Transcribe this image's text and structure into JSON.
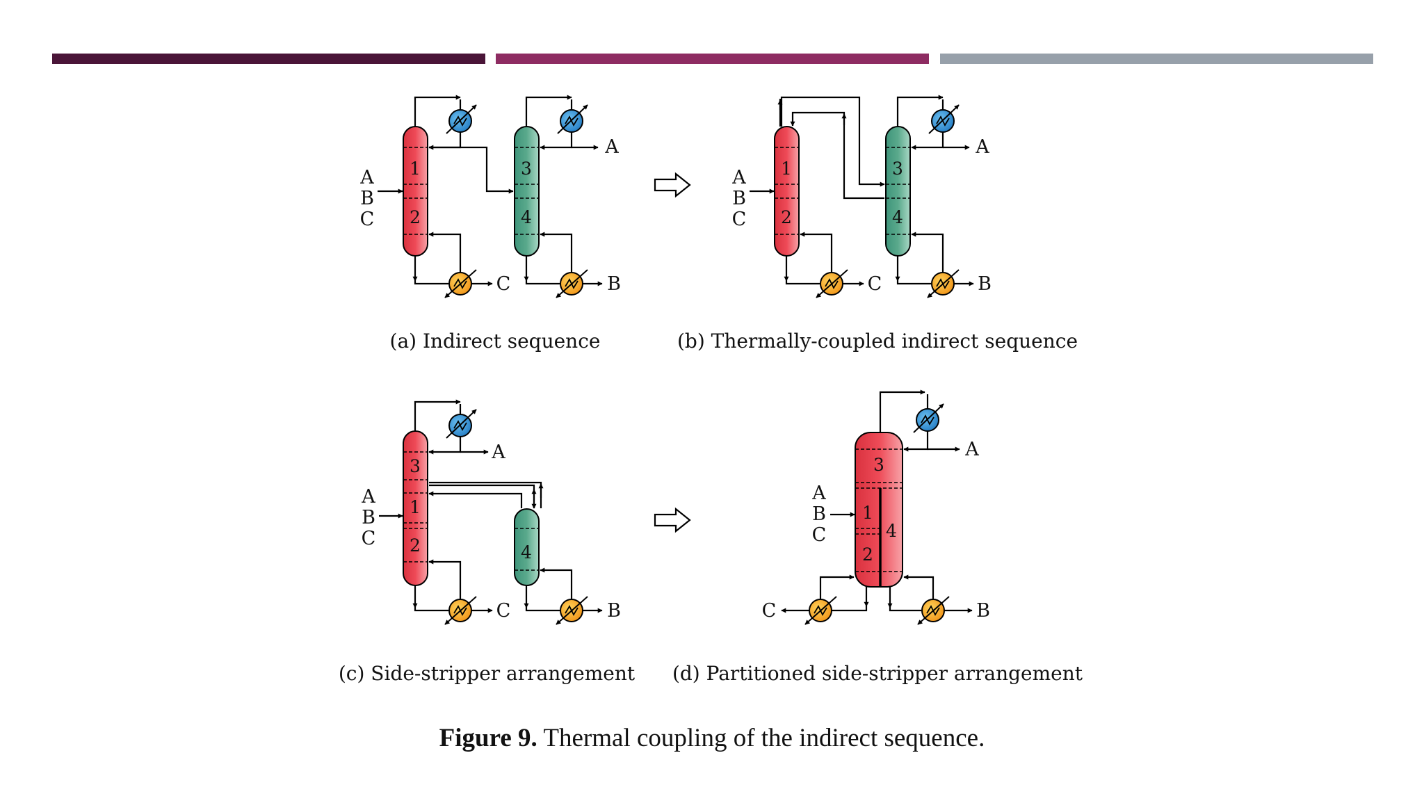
{
  "header_colors": [
    "#4a1538",
    "#8e2c62",
    "#97a0aa"
  ],
  "colors": {
    "column_red": "#ee4a57",
    "column_green": "#5aa98c",
    "condenser": "#2f8fd0",
    "reboiler": "#f2a11c"
  },
  "panels": {
    "a": {
      "caption": "(a) Indirect sequence",
      "feed": [
        "A",
        "B",
        "C"
      ],
      "col1": [
        "1",
        "2"
      ],
      "col2": [
        "3",
        "4"
      ],
      "products": [
        "A",
        "C",
        "B"
      ]
    },
    "b": {
      "caption": "(b) Thermally-coupled indirect sequence",
      "feed": [
        "A",
        "B",
        "C"
      ],
      "col1": [
        "1",
        "2"
      ],
      "col2": [
        "3",
        "4"
      ],
      "products": [
        "A",
        "C",
        "B"
      ]
    },
    "c": {
      "caption": "(c) Side-stripper arrangement",
      "feed": [
        "A",
        "B",
        "C"
      ],
      "col1": [
        "3",
        "1",
        "2"
      ],
      "col2": [
        "4"
      ],
      "products": [
        "A",
        "C",
        "B"
      ]
    },
    "d": {
      "caption": "(d) Partitioned side-stripper arrangement",
      "feed": [
        "A",
        "B",
        "C"
      ],
      "sections": [
        "3",
        "1",
        "2",
        "4"
      ],
      "products": [
        "A",
        "C",
        "B"
      ]
    }
  },
  "figure": {
    "label": "Figure 9.",
    "text": "Thermal coupling of the indirect sequence."
  }
}
